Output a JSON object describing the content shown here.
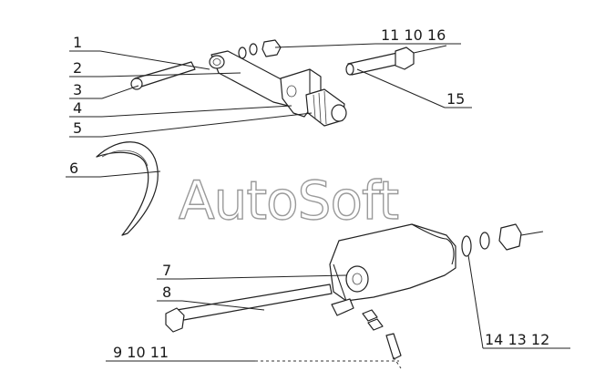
{
  "watermark": "AutoSoft",
  "callouts": {
    "c1": "1",
    "c2": "2",
    "c3": "3",
    "c4": "4",
    "c5": "5",
    "c6": "6",
    "c7": "7",
    "c8": "8",
    "c11_10_16": "11 10 16",
    "c15": "15",
    "c9_10_11": "9 10 11",
    "c14_13_12": "14 13 12"
  }
}
